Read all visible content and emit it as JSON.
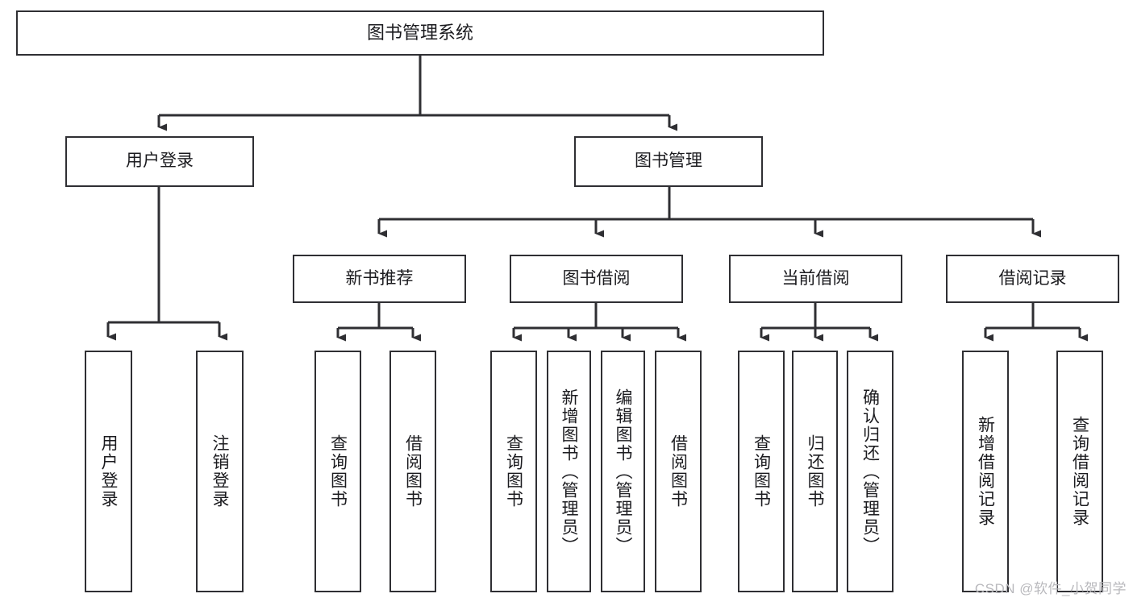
{
  "diagram": {
    "title": "图书管理系统",
    "watermark": "CSDN @软件_小贺同学",
    "colors": {
      "box_border": "#2f2f33",
      "connector": "#2f2f33",
      "background": "#ffffff",
      "text": "#1b1b1f",
      "watermark": "#b9b9bd"
    },
    "nodes": {
      "root": {
        "label": "图书管理系统"
      },
      "level1": [
        {
          "id": "user-login",
          "label": "用户登录"
        },
        {
          "id": "book-manage",
          "label": "图书管理"
        }
      ],
      "level2": [
        {
          "id": "new-book-recommend",
          "label": "新书推荐"
        },
        {
          "id": "book-borrow",
          "label": "图书借阅"
        },
        {
          "id": "current-borrow",
          "label": "当前借阅"
        },
        {
          "id": "borrow-record",
          "label": "借阅记录"
        }
      ],
      "leaves": {
        "user_login": [
          {
            "id": "leaf-user-login",
            "label": "用户登录"
          },
          {
            "id": "leaf-logout-login",
            "label": "注销登录"
          }
        ],
        "new_book_recommend": [
          {
            "id": "leaf-query-book-1",
            "label": "查询图书"
          },
          {
            "id": "leaf-borrow-book-1",
            "label": "借阅图书"
          }
        ],
        "book_borrow": [
          {
            "id": "leaf-query-book-2",
            "label": "查询图书"
          },
          {
            "id": "leaf-add-book-admin",
            "label": "新增图书（管理员）"
          },
          {
            "id": "leaf-edit-book-admin",
            "label": "编辑图书（管理员）"
          },
          {
            "id": "leaf-borrow-book-2",
            "label": "借阅图书"
          }
        ],
        "current_borrow": [
          {
            "id": "leaf-query-book-3",
            "label": "查询图书"
          },
          {
            "id": "leaf-return-book",
            "label": "归还图书"
          },
          {
            "id": "leaf-confirm-return-admin",
            "label": "确认归还（管理员）"
          }
        ],
        "borrow_record": [
          {
            "id": "leaf-add-borrow-record",
            "label": "新增借阅记录"
          },
          {
            "id": "leaf-query-borrow-record",
            "label": "查询借阅记录"
          }
        ]
      }
    }
  }
}
